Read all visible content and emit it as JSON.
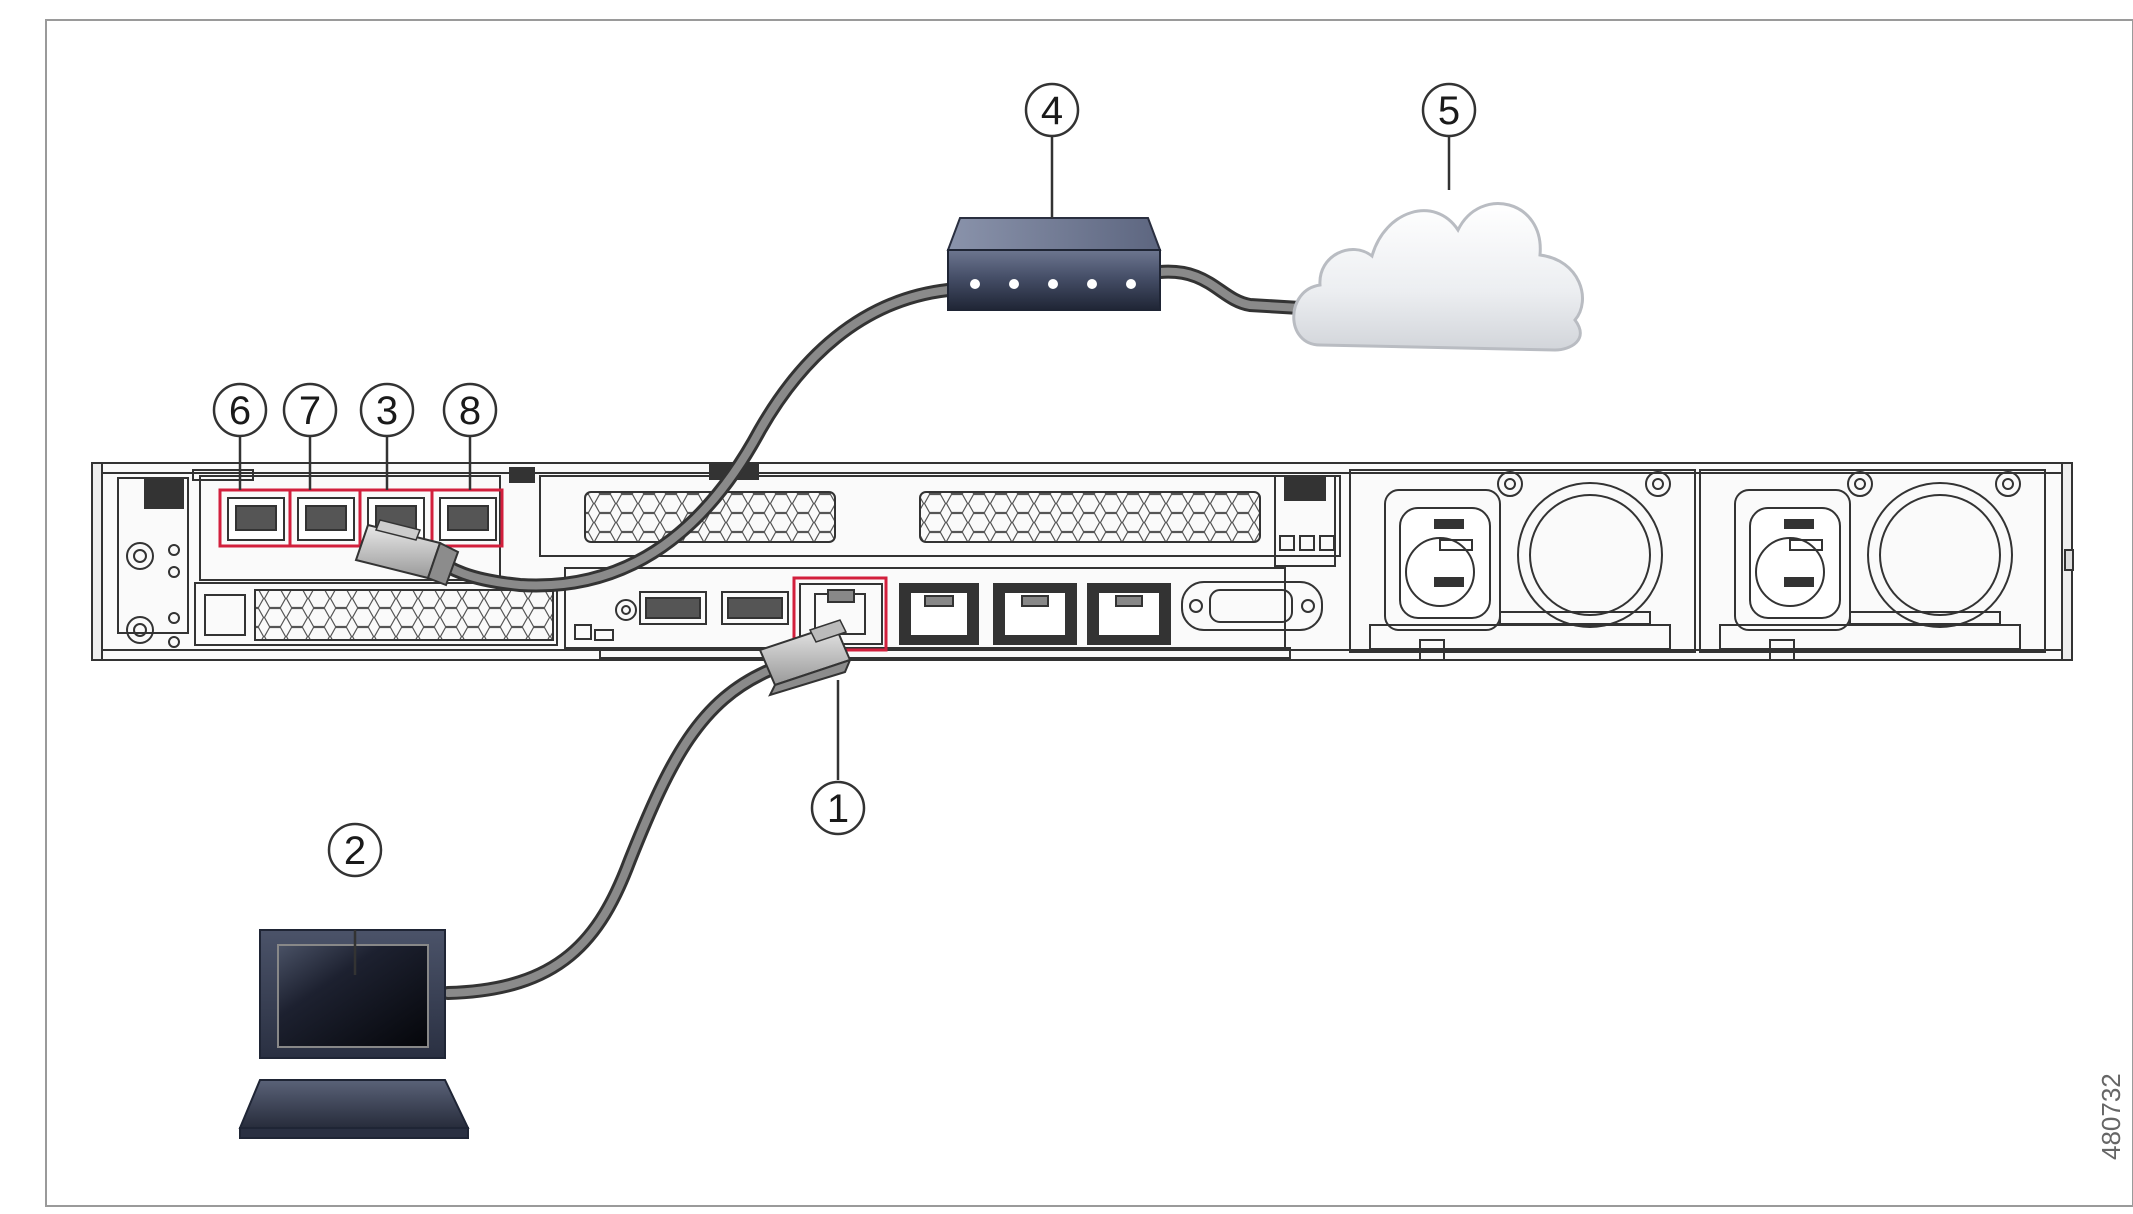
{
  "figure": {
    "id_text": "480732",
    "callouts": {
      "c1": "1",
      "c2": "2",
      "c3": "3",
      "c4": "4",
      "c5": "5",
      "c6": "6",
      "c7": "7",
      "c8": "8"
    }
  },
  "colors": {
    "highlight": "#d21f3c",
    "chassis_line": "#333333",
    "cable": "#6b6b6b",
    "device_dark": "#2c3345"
  },
  "icons": [
    "server-rear-panel",
    "network-switch-icon",
    "cloud-icon",
    "laptop-icon",
    "rj45-connector-icon"
  ]
}
